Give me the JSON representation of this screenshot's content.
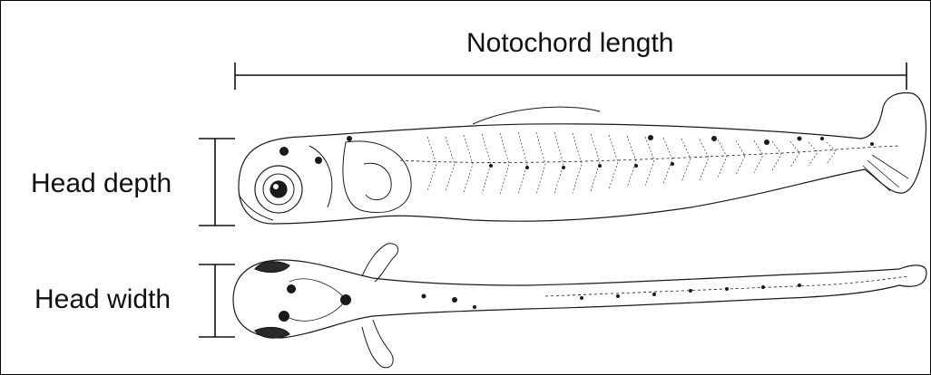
{
  "labels": {
    "notochord_length": "Notochord length",
    "head_depth": "Head depth",
    "head_width": "Head width"
  },
  "colors": {
    "line": "#111111",
    "ink": "#1a1a1a",
    "background": "#ffffff"
  }
}
